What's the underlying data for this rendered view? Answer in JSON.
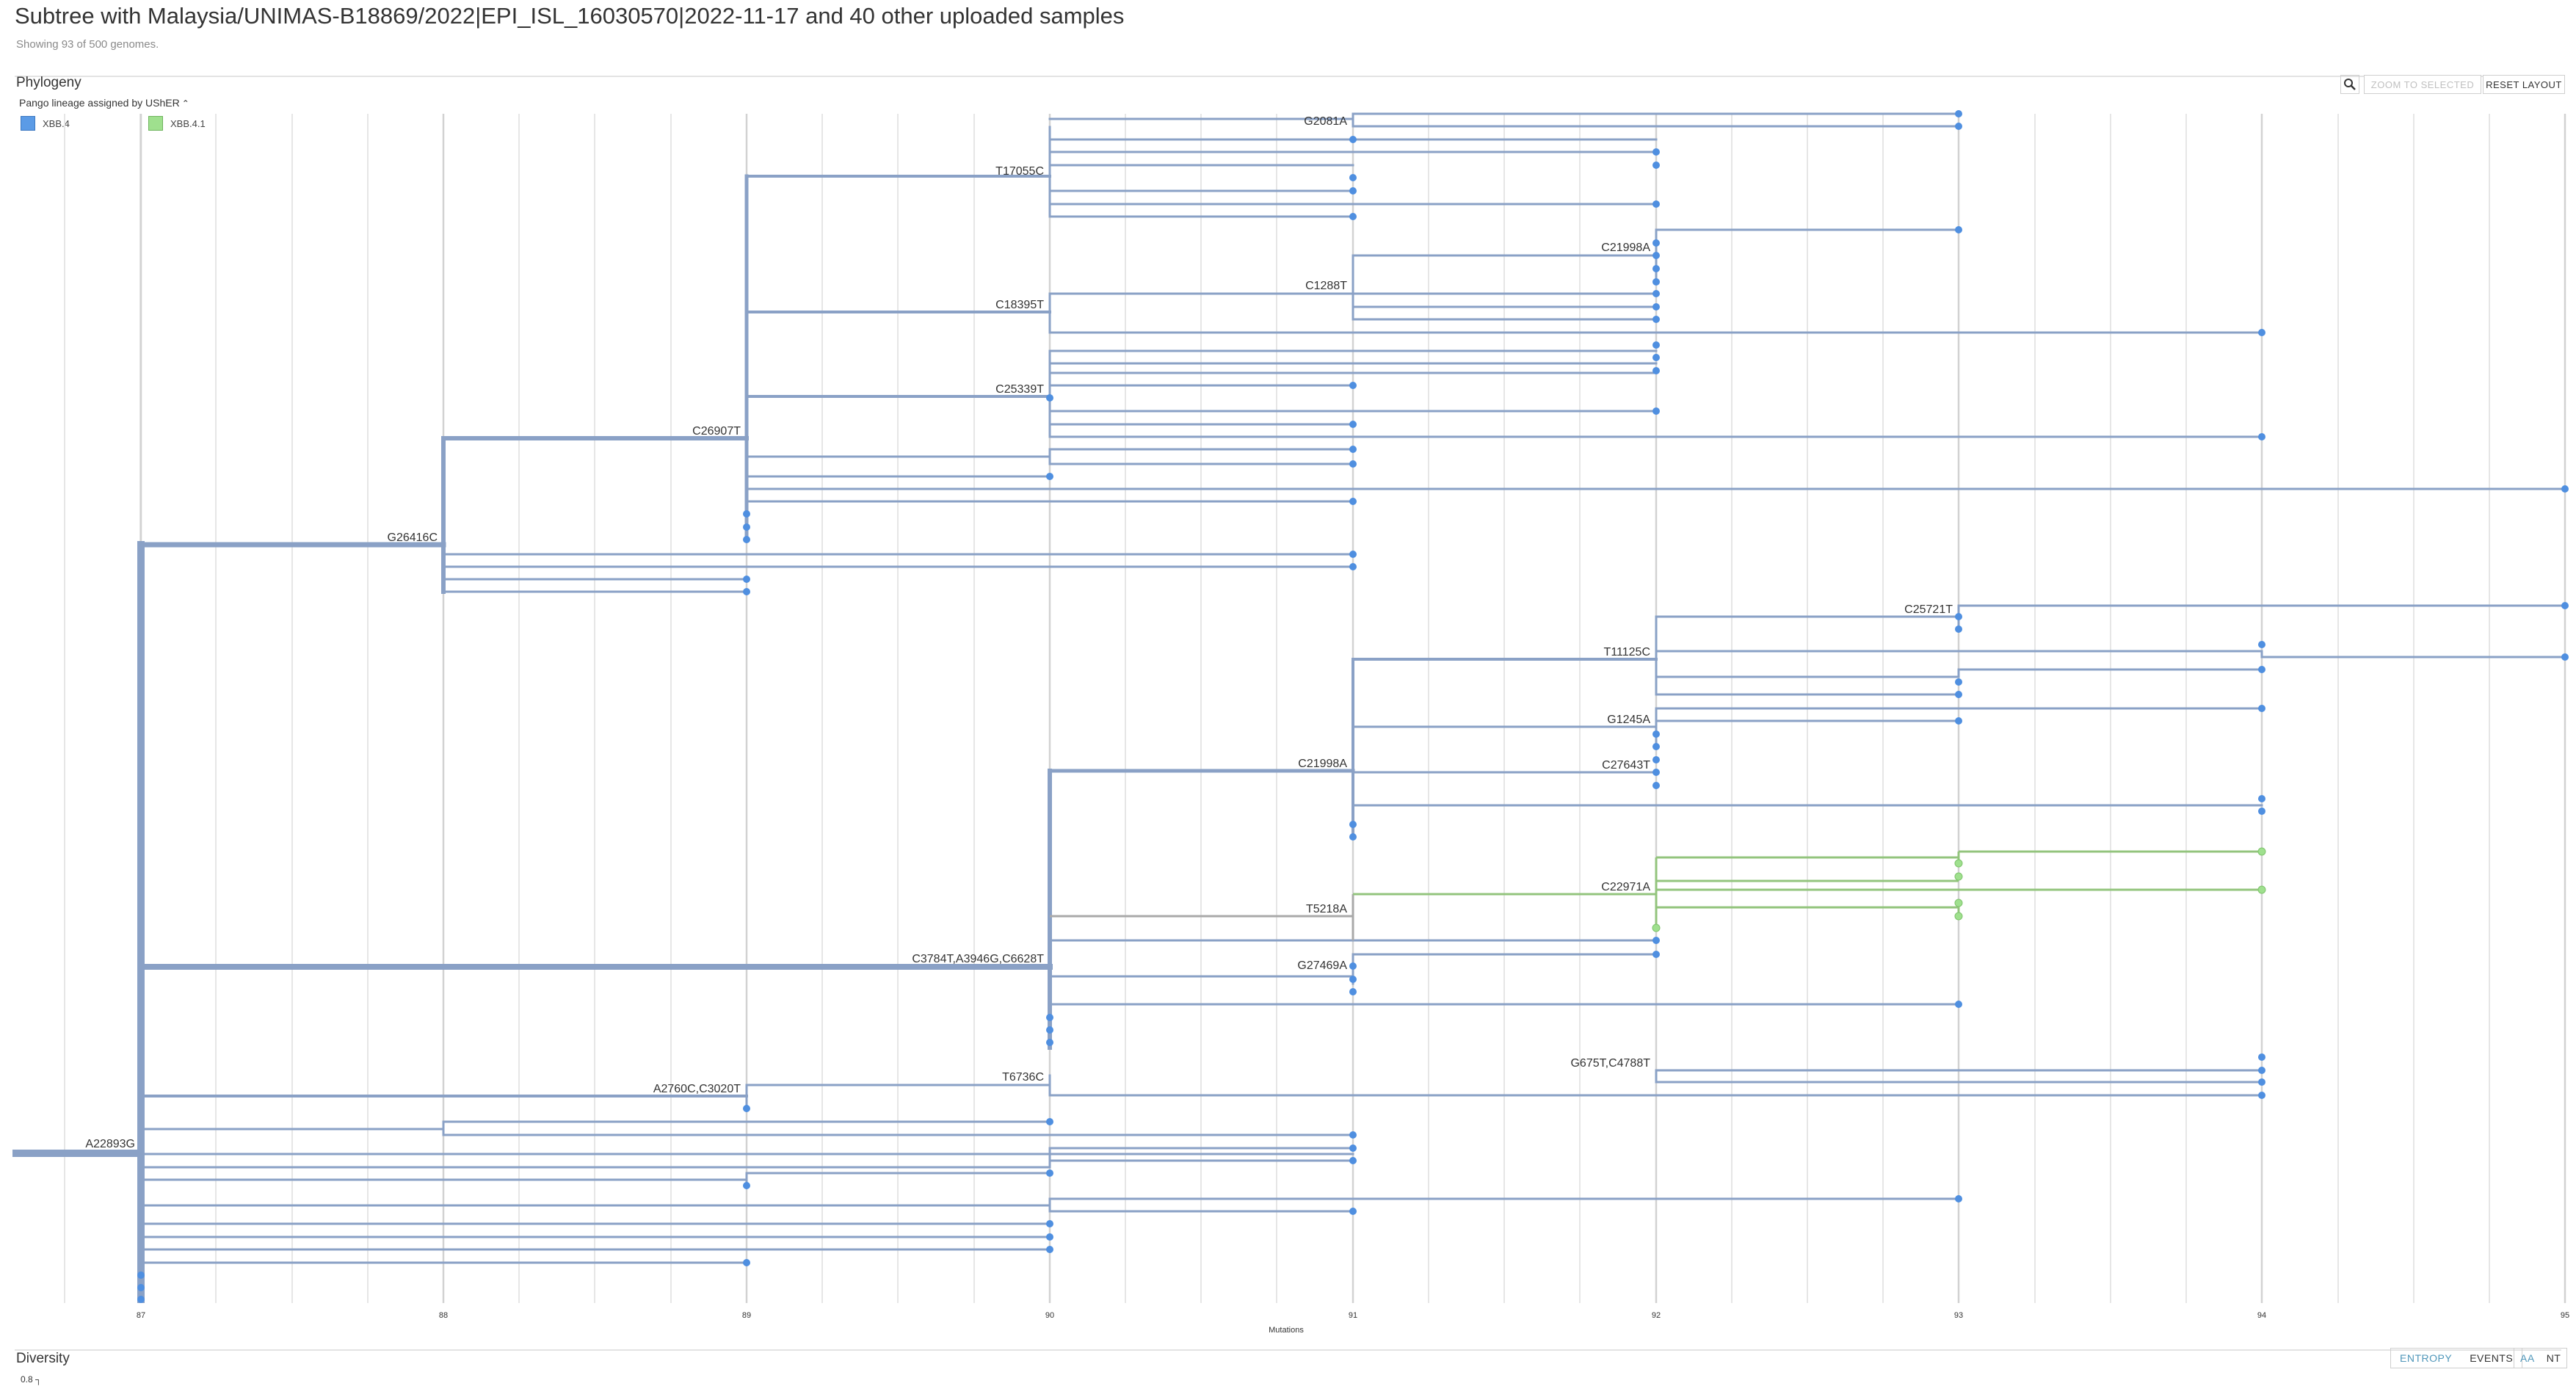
{
  "header": {
    "title": "Subtree with Malaysia/UNIMAS-B18869/2022|EPI_ISL_16030570|2022-11-17 and 40 other uploaded samples",
    "subtitle": "Showing 93 of 500 genomes."
  },
  "phylogeny": {
    "title": "Phylogeny",
    "legend_title": "Pango lineage assigned by UShER",
    "legend_items": [
      {
        "label": "XBB.4",
        "color": "#5b9be6"
      },
      {
        "label": "XBB.4.1",
        "color": "#9fe08e"
      }
    ],
    "zoom_to_selected": "ZOOM TO SELECTED",
    "reset_layout": "RESET LAYOUT",
    "zoom_icon": "magnifier-icon",
    "axis_title": "Mutations",
    "axis_ticks": [
      "87",
      "88",
      "89",
      "90",
      "91",
      "92",
      "93",
      "94",
      "95"
    ],
    "branch_labels": [
      "G2081A",
      "T17055C",
      "C21998A",
      "C1288T",
      "C18395T",
      "C25339T",
      "C26907T",
      "G26416C",
      "C25721T",
      "T11125C",
      "G1245A",
      "C21998A",
      "C27643T",
      "C22971A",
      "T5218A",
      "C3784T,A3946G,C6628T",
      "G27469A",
      "T6736C",
      "G675T,C4788T",
      "A2760C,C3020T",
      "A22893G"
    ],
    "colors": {
      "branch": "#8aa1c6",
      "tip_xbb4": "#4f8fe0",
      "branch_xbb41": "#93c47d",
      "tip_xbb41": "#9fe08e",
      "internal_grey": "#a9a9a9"
    }
  },
  "diversity": {
    "title": "Diversity",
    "toggles": {
      "entropy": "ENTROPY",
      "events": "EVENTS",
      "aa": "AA",
      "nt": "NT"
    },
    "y_tick": "0.8"
  }
}
